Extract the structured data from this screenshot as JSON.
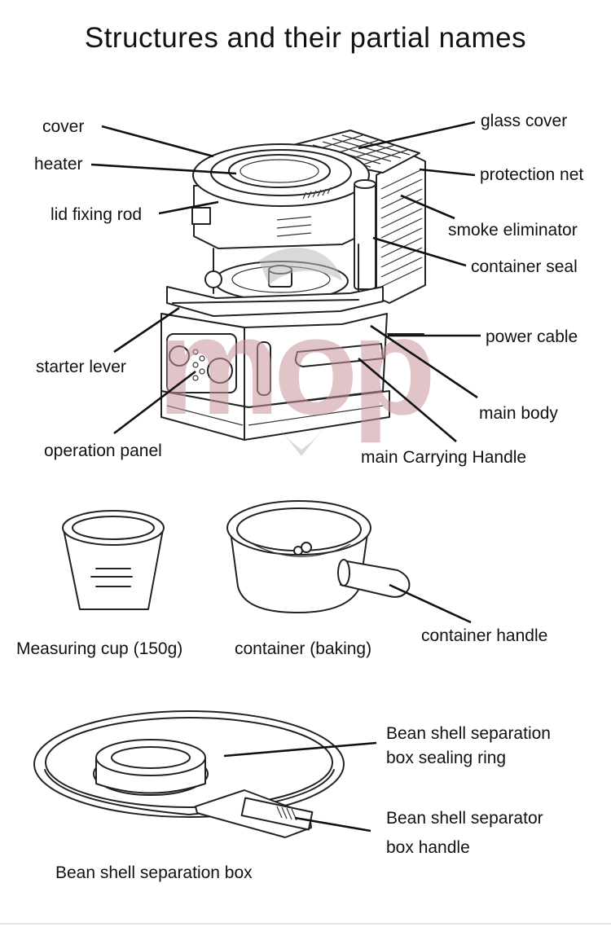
{
  "title": "Structures and their partial names",
  "watermark": "mop",
  "labels": {
    "cover": "cover",
    "heater": "heater",
    "lid_fixing_rod": "lid fixing rod",
    "glass_cover": "glass cover",
    "protection_net": "protection net",
    "smoke_eliminator": "smoke eliminator",
    "container_seal": "container seal",
    "power_cable": "power cable",
    "starter_lever": "starter lever",
    "main_body": "main body",
    "operation_panel": "operation panel",
    "main_carrying_handle": "main Carrying Handle",
    "measuring_cup": "Measuring cup (150g)",
    "container_baking": "container (baking)",
    "container_handle": "container handle",
    "sealing_ring_line1": "Bean shell separation",
    "sealing_ring_line2": "box sealing ring",
    "separator_handle_line1": "Bean shell separator",
    "separator_handle_line2": "box handle",
    "separation_box": "Bean shell separation box"
  },
  "colors": {
    "ink": "#111111",
    "watermark_red": "#c9959b",
    "watermark_grey": "#b9b9b9"
  }
}
